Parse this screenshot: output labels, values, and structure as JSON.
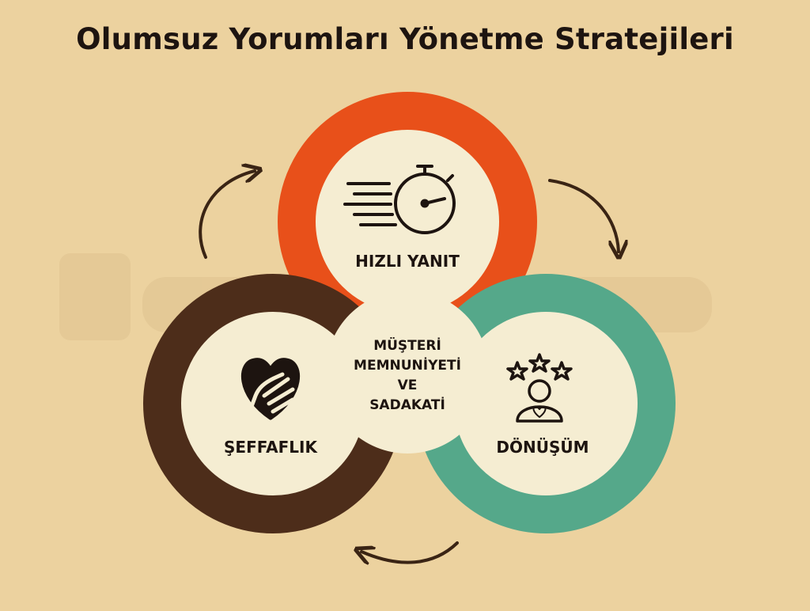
{
  "title": "Olumsuz Yorumları Yönetme Stratejileri",
  "center": {
    "lines": [
      "MÜŞTERİ",
      "MEMNUNİYETİ",
      "VE",
      "SADAKATİ"
    ]
  },
  "nodes": [
    {
      "id": "hizli-yanit",
      "label": "HIZLI YANIT",
      "icon": "stopwatch-icon",
      "ring_color": "#e8501a"
    },
    {
      "id": "seffaflik",
      "label": "ŞEFFAFLIK",
      "icon": "heart-hand-icon",
      "ring_color": "#4d2d1a"
    },
    {
      "id": "donusum",
      "label": "DÖNÜŞÜM",
      "icon": "customer-rating-icon",
      "ring_color": "#55a88a"
    }
  ],
  "colors": {
    "background": "#ecd29f",
    "inner_fill": "#f5edd2",
    "text": "#1d1410",
    "arrow": "#3a2414"
  }
}
